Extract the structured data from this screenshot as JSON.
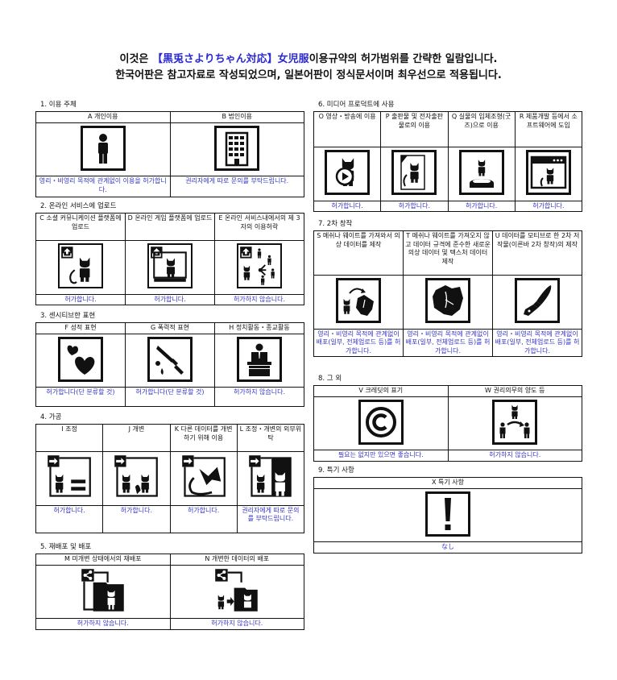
{
  "header": {
    "line1_prefix": "이것은",
    "line1_highlight": "【黒兎さよりちゃん対応】女児服",
    "line1_suffix": "이용규약의 허가범위를 간략한 일람입니다.",
    "line2": "한국어판은 참고자료로 작성되었으며, 일본어판이 정식문서이며 최우선으로 적용됩니다."
  },
  "colors": {
    "status_text": "#3434c8",
    "highlight": "#2a2ad0",
    "border": "#111111"
  },
  "sections": [
    {
      "title": "1. 이용 주체",
      "items": [
        {
          "label": "A 개인이용",
          "icon": "person-icon",
          "status": "영리・비영리 목적에 관계없이 이용을 허가합니다."
        },
        {
          "label": "B 법인이용",
          "icon": "building-icon",
          "status": "권리자에게 따로 문의를 부탁드립니다."
        }
      ]
    },
    {
      "title": "2. 온라인 서비스에 업로드",
      "items": [
        {
          "label": "C 소셜 커뮤니케이션 플랫폼에 업로드",
          "icon": "upload-cat-icon",
          "status": "허가합니다."
        },
        {
          "label": "D 온라인 게임 플랫폼에 업로드",
          "icon": "upload-game-cat-icon",
          "status": "허가합니다."
        },
        {
          "label": "E 온라인 서비스내에서의 제 3자의 이용허락",
          "icon": "upload-share-users-icon",
          "status": "허가하지 않습니다."
        }
      ]
    },
    {
      "title": "3. 센시티브한 표현",
      "items": [
        {
          "label": "F 성적 표현",
          "icon": "hearts-icon",
          "status": "허가합니다(단 분류할 것)"
        },
        {
          "label": "G 폭력적 표현",
          "icon": "knife-icon",
          "status": "허가합니다(단 분류할 것)"
        },
        {
          "label": "H 정치활동・종교활동",
          "icon": "podium-icon",
          "status": "허가하지 않습니다."
        }
      ]
    },
    {
      "title": "4. 가공",
      "items": [
        {
          "label": "I 조정",
          "icon": "adjust-equal-icon",
          "status": "허가합니다."
        },
        {
          "label": "J 개변",
          "icon": "modify-cat-icon",
          "status": "허가합니다."
        },
        {
          "label": "K 다른 데이터를 개변하기 위해 이용",
          "icon": "use-parts-icon",
          "status": "허가합니다."
        },
        {
          "label": "L 조정・개변의 외부위탁",
          "icon": "outsource-icon",
          "status": "권리자에게 따로 문의를 부탁드립니다."
        }
      ]
    },
    {
      "title": "5. 재배포 및 배포",
      "items": [
        {
          "label": "M 미개변 상태에서의 재배포",
          "icon": "share-folder-icon",
          "status": "허가하지 않습니다."
        },
        {
          "label": "N 개변한 데이터의 배포",
          "icon": "share-modified-icon",
          "status": "허가하지 않습니다."
        }
      ]
    },
    {
      "title": "6. 미디어 프로덕트에 사용",
      "items": [
        {
          "label": "O 영상・방송에 이용",
          "icon": "video-play-icon",
          "status": "허가합니다."
        },
        {
          "label": "P 출판물 및 전자출판물로의 이용",
          "icon": "document-cat-icon",
          "status": "허가합니다."
        },
        {
          "label": "Q 실물의 입체조형(굿즈)으로 이용",
          "icon": "figure-icon",
          "status": "허가합니다."
        },
        {
          "label": "R 제품개발 등에서 소프트웨어에 도입",
          "icon": "software-window-icon",
          "status": "허가합니다."
        }
      ]
    },
    {
      "title": "7. 2차 창작",
      "items": [
        {
          "label": "S 메쉬나 웨이트를 가져와서 의상 데이터를 제작",
          "icon": "cat-to-clothes-icon",
          "status": "영리・비영리 목적에 관계없이 배포(일부, 전체업로드 등)를 허가합니다."
        },
        {
          "label": "T 메쉬나 웨이트를 가져오지 않고 데이터 규격에 준수한 새로운 의상 데이터 및 텍스처 데이터 제작",
          "icon": "clothes-icon",
          "status": "영리・비영리 목적에 관계없이 배포(일부, 전체업로드 등)를 허가합니다."
        },
        {
          "label": "U 데이터를 모티브로 한 2차 저작물(이른바 2차 창작)의 제작",
          "icon": "pen-nib-icon",
          "status": "영리・비영리 목적에 관계없이 배포(일부, 전체업로드 등)를 허가합니다."
        }
      ]
    },
    {
      "title": "8. 그 외",
      "items": [
        {
          "label": "V 크레딧의 표기",
          "icon": "copyright-icon",
          "status": "필요는 없지만 있으면 좋습니다."
        },
        {
          "label": "W 권리의무의 양도 등",
          "icon": "transfer-rights-icon",
          "status": "허가하지 않습니다."
        }
      ]
    },
    {
      "title": "9. 특기 사항",
      "items": [
        {
          "label": "X 특기 사항",
          "icon": "exclamation-icon",
          "status": "なし"
        }
      ]
    }
  ]
}
